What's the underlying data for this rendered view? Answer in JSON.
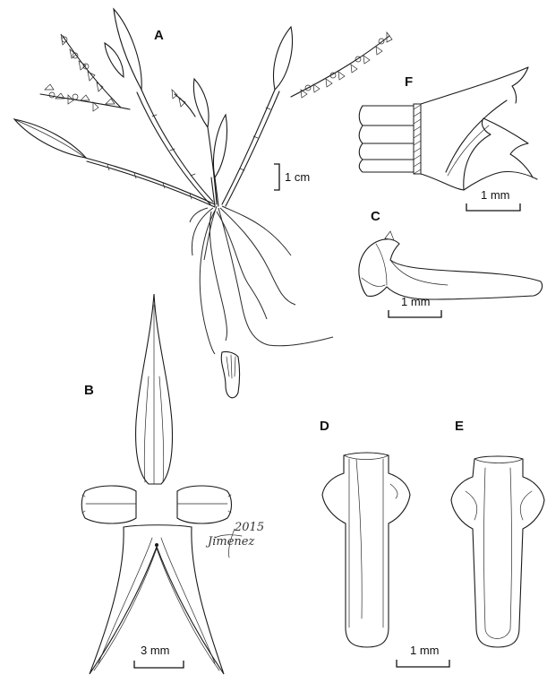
{
  "plate": {
    "panel_labels": {
      "a": "A",
      "b": "B",
      "c": "C",
      "d": "D",
      "e": "E",
      "f": "F"
    },
    "scale_bars": {
      "habit": "1 cm",
      "flower": "3 mm",
      "lip_side": "1 mm",
      "lip_front": "1 mm",
      "column_detail": "1 mm"
    },
    "signature": {
      "name": "Jimenez",
      "year": "2015"
    }
  }
}
